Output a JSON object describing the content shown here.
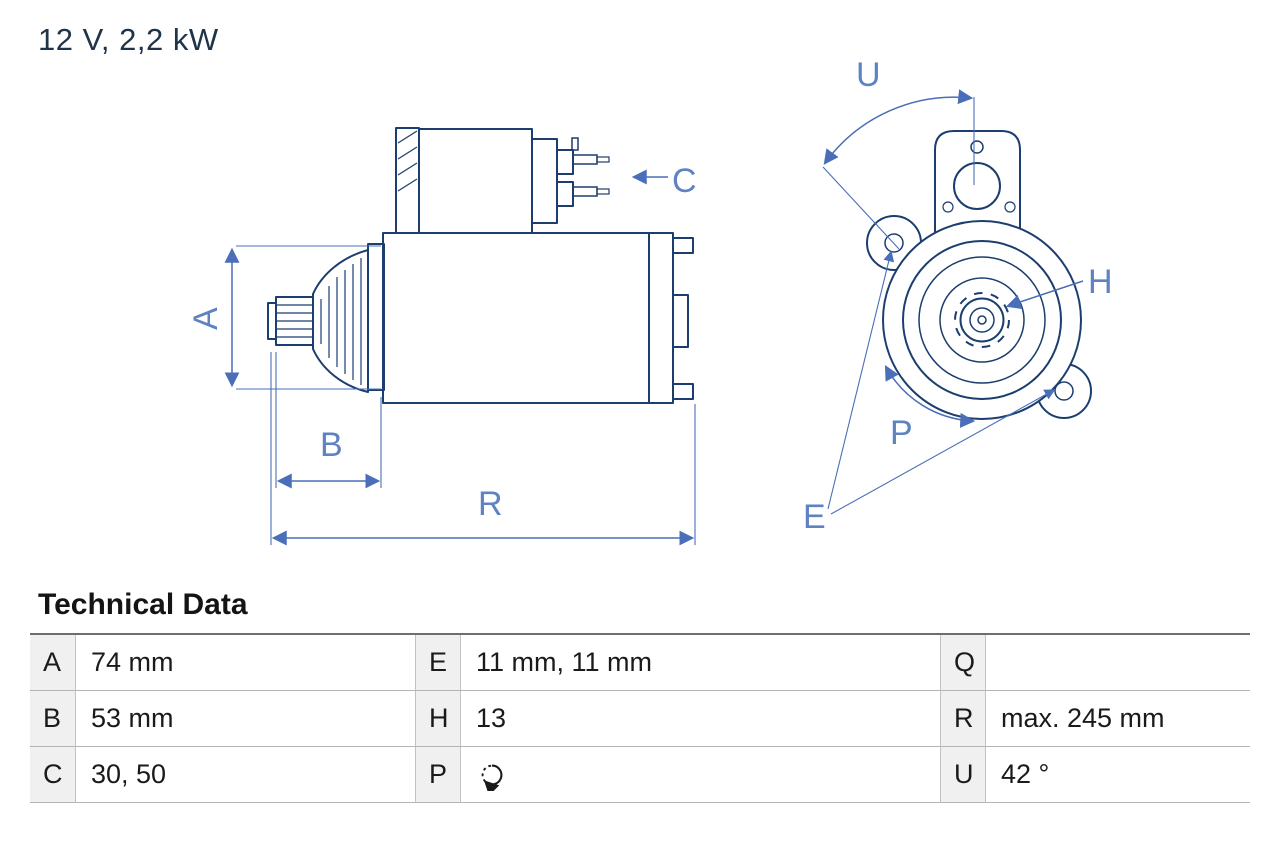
{
  "title": "12 V, 2,2 kW",
  "drawing": {
    "labels": {
      "A": "A",
      "B": "B",
      "C": "C",
      "R": "R",
      "U": "U",
      "H": "H",
      "P": "P",
      "E": "E"
    },
    "colors": {
      "outline": "#1c3e6e",
      "dimension": "#4a6fb8"
    }
  },
  "table": {
    "heading": "Technical Data",
    "rows": [
      {
        "cells": [
          {
            "key": "A",
            "value": "74 mm"
          },
          {
            "key": "E",
            "value": "11 mm, 11 mm"
          },
          {
            "key": "Q",
            "value": ""
          }
        ]
      },
      {
        "cells": [
          {
            "key": "B",
            "value": "53 mm"
          },
          {
            "key": "H",
            "value": "13"
          },
          {
            "key": "R",
            "value": "max. 245 mm"
          }
        ]
      },
      {
        "cells": [
          {
            "key": "C",
            "value": "30, 50"
          },
          {
            "key": "P",
            "value": "",
            "icon": "rotation-clockwise"
          },
          {
            "key": "U",
            "value": "42 °"
          }
        ]
      }
    ]
  }
}
